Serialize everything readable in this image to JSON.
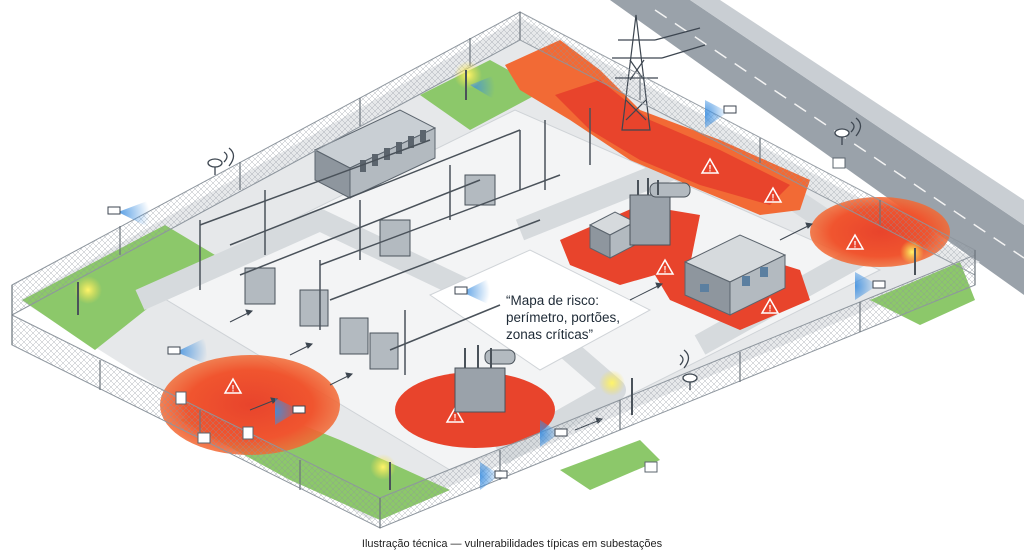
{
  "callout": {
    "lines": [
      "“Mapa de risco:",
      "perímetro, portões,",
      "zonas críticas”"
    ]
  },
  "caption": "Ilustração técnica — vulnerabilidades típicas em subestações",
  "colors": {
    "risk_red": "#e8442c",
    "risk_orange": "#f26a35",
    "grass": "#8cc86a",
    "ground": "#eceef0",
    "road": "#9aa2aa",
    "fence": "#8e969e",
    "camera_beam": "#3d8fe0",
    "light_beam": "#f5e04a",
    "warning_triangle": "#e8442c"
  },
  "icons": [
    "warning-triangle-icon",
    "security-camera-icon",
    "floodlight-icon",
    "radio-antenna-icon",
    "gate-sign-icon",
    "transformer-icon",
    "power-pylon-icon"
  ]
}
